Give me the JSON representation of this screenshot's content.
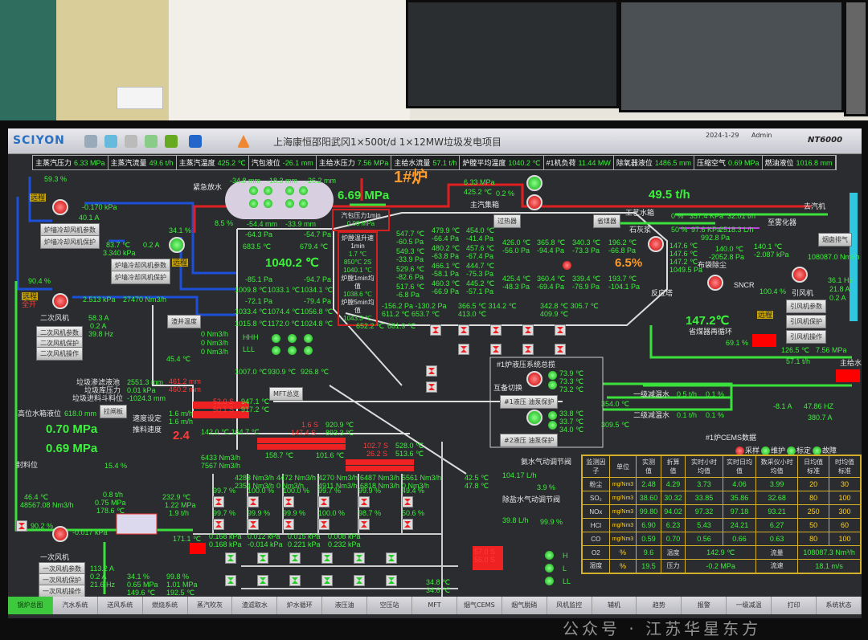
{
  "header": {
    "logo": "SCIYON",
    "title": "上海康恒邵阳武冈1×500t/d 1×12MW垃圾发电项目",
    "date": "2024-1-29",
    "user": "Admin",
    "system": "NT6000"
  },
  "metrics": [
    {
      "label": "主蒸汽压力",
      "value": "6.33 MPa"
    },
    {
      "label": "主蒸汽流量",
      "value": "49.6 t/h"
    },
    {
      "label": "主蒸汽温度",
      "value": "425.2 ℃"
    },
    {
      "label": "汽包液位",
      "value": "-26.1 mm"
    },
    {
      "label": "主给水压力",
      "value": "7.56 MPa"
    },
    {
      "label": "主给水流量",
      "value": "57.1 t/h"
    },
    {
      "label": "炉膛平均温度",
      "value": "1040.2 ℃"
    },
    {
      "label": "#1机负荷",
      "value": "11.44 MW"
    },
    {
      "label": "除氧器液位",
      "value": "1486.5 mm"
    },
    {
      "label": "压缩空气",
      "value": "0.69 MPa"
    },
    {
      "label": "燃油液位",
      "value": "1016.8 mm"
    }
  ],
  "boiler": {
    "name": "1#炉",
    "steam_pressure": "6.33 MPa",
    "steam_temp": "425.2 ℃",
    "valve_open": "0.2 %",
    "steam_flow": "49.5 t/h",
    "to_turbine": "去汽机",
    "header": "主汽集箱",
    "o2": "6.5%"
  },
  "drum": {
    "l1": "-34.8 mm",
    "l2": "-18.3 mm",
    "l3": "-26.2 mm",
    "l4": "-54.4 mm",
    "l5": "-33.9 mm",
    "pressure": "6.69 MPa",
    "drain": "8.5 %",
    "p1min_label": "汽包压力1min",
    "p1min": "0.00 MPa",
    "drain_label": "紧急放水"
  },
  "furnace": {
    "p1": "-64.3 Pa",
    "p2": "-54.7 Pa",
    "t1": "683.5 ℃",
    "t2": "679.4 ℃",
    "avg": "1040.2 ℃",
    "p3": "-85.1 Pa",
    "p4": "-94.7 Pa",
    "t3": "1009.8 ℃",
    "t4": "1033.1 ℃",
    "t5": "1034.1 ℃",
    "p5": "-72.1 Pa",
    "p6": "-79.4 Pa",
    "t6": "1033.4 ℃",
    "t7": "1074.4 ℃",
    "t8": "1056.8 ℃",
    "t9": "1015.8 ℃",
    "t10": "1172.0 ℃",
    "t11": "1024.8 ℃",
    "t12": "1007.0 ℃",
    "t13": "930.9 ℃",
    "t14": "926.8 ℃",
    "hhh": "HHH",
    "lll": "LLL",
    "f1": "0 Nm3/h",
    "f2": "0 Nm3/h",
    "f3": "0 Nm3/h",
    "t15": "652.2 ℃",
    "t16": "681.9 ℃",
    "slag_temp": "45.4 ℃",
    "slag_btn": "渣井温度"
  },
  "furnace_box": [
    "炉膛温升速1min",
    "1.7 ℃",
    "850℃ 2S",
    "1040.1 ℃",
    "炉膛1min均值",
    "1038.6 ℃",
    "炉膛5min均值",
    "1043.3 ℃"
  ],
  "flue": {
    "c1": [
      "547.7 ℃",
      "-60.5 Pa",
      "549.3 ℃",
      "-33.9 Pa",
      "529.6 ℃",
      "-82.6 Pa",
      "517.6 ℃",
      "-6.8 Pa"
    ],
    "c2": [
      "479.9 ℃",
      "-66.4 Pa",
      "480.2 ℃",
      "-63.8 Pa",
      "466.1 ℃",
      "-58.1 Pa",
      "460.3 ℃",
      "-66.9 Pa"
    ],
    "c3": [
      "454.0 ℃",
      "-41.4 Pa",
      "457.6 ℃",
      "-67.4 Pa",
      "444.7 ℃",
      "-75.3 Pa",
      "445.2 ℃",
      "-57.1 Pa"
    ],
    "c4": [
      "426.0 ℃",
      "-56.0 Pa",
      "425.4 ℃",
      "-48.3 Pa"
    ],
    "c5": [
      "365.8 ℃",
      "-94.4 Pa",
      "360.4 ℃",
      "-69.4 Pa"
    ],
    "c6": [
      "340.3 ℃",
      "-73.3 Pa",
      "339.4 ℃",
      "-76.9 Pa"
    ],
    "c7": [
      "196.2 ℃",
      "-66.8 Pa",
      "193.7 ℃",
      "-104.1 Pa"
    ],
    "b": [
      "-156.2 Pa -130.2 Pa",
      "611.2 ℃  653.7 ℃",
      "366.5 ℃ 314.2 ℃",
      "413.0 ℃",
      "342.8 ℃ 305.7 ℃",
      "409.9 ℃"
    ],
    "btn1": "过热器",
    "btn2": "省煤器"
  },
  "left": {
    "fan_open": "59.3 %",
    "remote": "远程",
    "p_fan": "-0.170 kPa",
    "a_fan": "40.1 A",
    "sec_t": "83.7 ℃",
    "sec_a": "0.2 A",
    "sec_p": "3.340 kPa",
    "sec_open": "34.1 %",
    "sa_open": "90.4 %",
    "full": "全开",
    "sa_p": "2.513 kPa",
    "sa_f": "27470 Nm3/h",
    "sa_a": "58.3 A",
    "sa_a2": "0.2 A",
    "sa_hz": "39.8 Hz",
    "sa_name": "二次风机",
    "btns": [
      "炉墙冷却风机参数",
      "炉墙冷却风机保护",
      "炉墙冷却风机参数",
      "炉墙冷却风机保护",
      "二次风机参数",
      "二次风机保护",
      "二次风机操作"
    ]
  },
  "right": {
    "water_tank": "工艺水箱",
    "wt_open": "0 %",
    "wt_p": "357.4 KPa",
    "wt_f": "32.01 t/h",
    "lime": "石灰浆",
    "lime_open": "50 %",
    "lime_p": "97.6 KPa",
    "lime_f": "2518.3 L/h",
    "to": "至雾化器",
    "bag_p": "992.8 Pa",
    "rt": [
      "147.6 ℃",
      "147.6 ℃",
      "147.2 ℃",
      "1049.5 Pa"
    ],
    "bag_t": "140.0 ℃",
    "bag_p2": "-2052.8 Pa",
    "bag": "布袋除尘",
    "tower": "反应塔",
    "sncr": "SNCR",
    "id_t": "140.1 ℃",
    "id_p": "-2.087 kPa",
    "id_open": "100.4 %",
    "id_name": "引风机",
    "stack_f": "108087.0 Nm³/h",
    "id_hz": "36.1 Hz",
    "id_a": "21.8 A",
    "id_a2": "0.2 A",
    "stack_btn": "烟囱排气",
    "btns": [
      "引风机参数",
      "引风机保护",
      "引风机操作"
    ],
    "eco_t": "147.2℃",
    "eco": "省煤器再循环",
    "fw_open": "69.1 %",
    "fw_t": "126.5 ℃",
    "fw_p": "7.56 MPa",
    "fw_f": "57.1 t/h",
    "fw": "主给水",
    "pump_a": "-8.1 A",
    "pump_hz": "47.86 HZ",
    "pump_a2": "380.7 A",
    "ds1": "一级减温水",
    "ds1_f": "0.5 t/h",
    "ds1_o": "0.1 %",
    "ds1_t": "354.0 ℃",
    "ds2": "二级减温水",
    "ds2_f": "0.1 t/h",
    "ds2_o": "0.1 %",
    "ds2_t": "309.5 ℃",
    "cems_title": "#1炉CEMS数据",
    "legend": [
      "采样",
      "维护",
      "标定",
      "故障"
    ]
  },
  "hydraulic": {
    "title": "#1炉液压系统总揽",
    "switch": "互备切换",
    "t": [
      "73.9 ℃",
      "73.3 ℃",
      "73.2 ℃",
      "33.8 ℃",
      "33.7 ℃",
      "34.0 ℃"
    ],
    "btn1": "#1液压 油泵保护",
    "btn2": "#2液压 油泵保护"
  },
  "dosing": {
    "nh3": "氨水气动调节阀",
    "nh3_f": "104.17 L/h",
    "nh3_o": "3.9 %",
    "dw": "除盐水气动调节阀",
    "dw_f": "39.8 L/h",
    "dw_o": "99.9 %",
    "t1": "42.5 ℃",
    "t2": "47.8 ℃"
  },
  "feed": {
    "l1": "垃圾渗滤液池",
    "v1": "2551.3 mm",
    "l2": "垃圾库压力",
    "v2": "0.01 kPa",
    "l3": "垃圾进料斗料位",
    "v3": "-1024.3 mm",
    "r1": "461.2 mm",
    "r2": "460.2 mm",
    "btn": "拉闸板",
    "tank_l": "高位水箱液位",
    "tank_v": "618.0 mm",
    "p1": "0.70 MPa",
    "p2": "0.69 MPa",
    "sp_l": "速度设定",
    "push_l": "推料速度",
    "sp1": "1.6 m/h",
    "sp2": "1.6 m/h",
    "push": "2.4",
    "fire_btn": "MFT总览"
  },
  "grate": {
    "g1a": "52.0 S",
    "g1b": "50.1 S",
    "g1t1": "947.1 ℃",
    "g1t2": "917.2 ℃",
    "g1c": "142.0 ℃  164.7 ℃",
    "g2a": "1.6 S",
    "g2b": "147.4 S",
    "g2t1": "920.9 ℃",
    "g2t2": "893.3 ℃",
    "g2c": "158.7 ℃",
    "g2d": "101.6 ℃",
    "g3a": "102.7 S",
    "g3b": "26.2 S",
    "g3t1": "528.0 ℃",
    "g3t2": "513.6 ℃",
    "f0": [
      "6433 Nm3/h",
      "7567 Nm3/h"
    ],
    "flows": [
      "4283 Nm3/h",
      "2354 Nm3/h",
      "4472 Nm3/h",
      "0 Nm3/h",
      "4270 Nm3/h",
      "4911 Nm3/h",
      "6487 Nm3/h",
      "6818 Nm3/h",
      "5561 Nm3/h",
      "0 Nm3/h"
    ],
    "o1": [
      "99.7 %",
      "100.0 %",
      "100.0 %",
      "99.7 %",
      "99.9 %",
      "49.4 %"
    ],
    "o2": [
      "99.7 %",
      "99.9 %",
      "99.9 %",
      "100.0 %",
      "98.7 %",
      "50.6 %"
    ],
    "kp": [
      "0.168 kPa",
      "0.168 kPa",
      "0.012 kPa",
      "-0.014 kPa",
      "0.015 kPa",
      "0.221 kPa",
      "0.008 kPa",
      "0.232 kPa"
    ]
  },
  "primary": {
    "sealing": "封料位",
    "open1": "15.4 %",
    "t": "46.4 ℃",
    "f": "48567.08 Nm3/h",
    "s1": "0.8 t/h",
    "s2": "0.75 MPa",
    "s3": "178.6 ℃",
    "h1": "232.9 ℃",
    "h2": "1.22 MPa",
    "h3": "1.9 t/h",
    "fan_open": "90.2 %",
    "p": "-0.017 kPa",
    "t2": "171.1 ℃",
    "name": "一次风机",
    "a": "113.2 A",
    "a2": "0.2 A",
    "hz": "21.6 Hz",
    "v1": "34.1 %",
    "v2": "0.65 MPa",
    "v3": "149.6 ℃",
    "w1": "99.8 %",
    "w2": "1.01 MPa",
    "w3": "192.5 ℃",
    "btns": [
      "一次风机参数",
      "一次风机保护",
      "一次风机操作"
    ]
  },
  "bottom": {
    "s1": "57.0 S",
    "s2": "56.0 S",
    "t1": "34.8 ℃",
    "t2": "34.6 ℃",
    "h": "H",
    "l": "L",
    "ll": "LL"
  },
  "cems": {
    "headers": [
      "监测因子",
      "单位",
      "实测值",
      "折算值",
      "实时小时均值",
      "实时日均值",
      "数采仪小时均值",
      "日均值标准",
      "时均值标准"
    ],
    "rows": [
      [
        "粉尘",
        "mg/Nm3",
        "2.48",
        "4.29",
        "3.73",
        "4.06",
        "3.99",
        "20",
        "30"
      ],
      [
        "SO₂",
        "mg/Nm3",
        "38.60",
        "30.32",
        "33.85",
        "35.86",
        "32.68",
        "80",
        "100"
      ],
      [
        "NOx",
        "mg/Nm3",
        "99.80",
        "94.02",
        "97.32",
        "97.18",
        "93.21",
        "250",
        "300"
      ],
      [
        "HCl",
        "mg/Nm3",
        "6.90",
        "6.23",
        "5.43",
        "24.21",
        "6.27",
        "50",
        "60"
      ],
      [
        "CO",
        "mg/Nm3",
        "0.59",
        "0.70",
        "0.56",
        "0.66",
        "0.63",
        "80",
        "100"
      ]
    ],
    "o2": {
      "label": "O2",
      "unit": "%",
      "value": "9.6",
      "temp_label": "温度",
      "temp": "142.9 ℃",
      "flow_label": "流量",
      "flow": "108087.3 Nm³/h"
    },
    "hum": {
      "label": "湿度",
      "unit": "%",
      "value": "19.5",
      "press_label": "压力",
      "press": "-0.2 MPa",
      "vel_label": "流速",
      "vel": "18.1 m/s"
    }
  },
  "tabs": [
    "锅炉总图",
    "汽水系统",
    "送风系统",
    "燃烧系统",
    "蒸汽吹灰",
    "渣滤取水",
    "炉水循环",
    "液压油",
    "空压站",
    "MFT",
    "烟气CEMS",
    "烟气脱硝",
    "风机监控",
    "辅机",
    "趋势",
    "报警",
    "一级减温",
    "打印",
    "系统状态"
  ],
  "watermark": "公众号 · 江苏华星东方"
}
